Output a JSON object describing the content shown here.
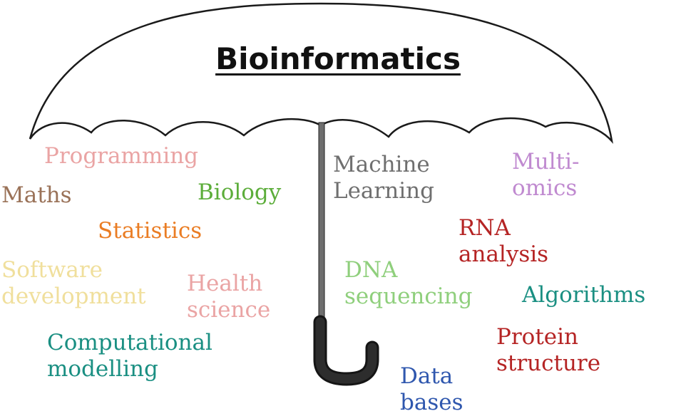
{
  "title": "Bioinformatics",
  "terms": {
    "programming": {
      "text": "Programming",
      "color": "#eaa4a4"
    },
    "maths": {
      "text": "Maths",
      "color": "#9a7258"
    },
    "biology": {
      "text": "Biology",
      "color": "#5cad3a"
    },
    "statistics": {
      "text": "Statistics",
      "color": "#ea7d24"
    },
    "software": {
      "line1": "Software",
      "line2": "development",
      "color": "#f0df9c"
    },
    "health": {
      "line1": "Health",
      "line2": "science",
      "color": "#eaa4a4"
    },
    "computational": {
      "line1": "Computational",
      "line2": "modelling",
      "color": "#1a8f82"
    },
    "machine": {
      "line1": "Machine",
      "line2": "Learning",
      "color": "#6f6f6f"
    },
    "multi": {
      "line1": "Multi-",
      "line2": "omics",
      "color": "#c08ad0"
    },
    "rna": {
      "line1": "RNA",
      "line2": "analysis",
      "color": "#b52424"
    },
    "dna": {
      "line1": "DNA",
      "line2": "sequencing",
      "color": "#8fcf7c"
    },
    "algorithms": {
      "text": "Algorithms",
      "color": "#1a8f82"
    },
    "protein": {
      "line1": "Protein",
      "line2": "structure",
      "color": "#b52424"
    },
    "databases": {
      "line1": "Data",
      "line2": "bases",
      "color": "#2f57ae"
    }
  }
}
